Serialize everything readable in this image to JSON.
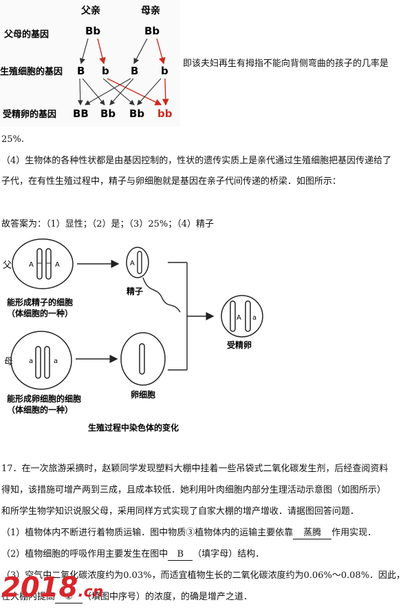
{
  "figure1": {
    "father_label": "父亲",
    "mother_label": "母亲",
    "row_labels": [
      "父母的基因",
      "生殖细胞的基因",
      "受精卵的基因"
    ],
    "parents": [
      "Bb",
      "Bb"
    ],
    "gametes": [
      "B",
      "b",
      "B",
      "b"
    ],
    "zygotes": [
      "BB",
      "Bb",
      "Bb",
      "bb"
    ],
    "accent_color": "#cc2b1d"
  },
  "text": {
    "line1": "即该夫妇再生有拇指不能向背侧弯曲的孩子的几率是",
    "line2": "25%.",
    "para4_line1": "（4）生物体的各种性状都是由基因控制的，性状的遗传实质上是亲代通过生殖细胞把基因传递给了",
    "para4_line2": "子代，在有性生殖过程中，精子与卵细胞就是基因在亲子代间传递的桥梁．如图所示：",
    "answer": "故答案为：（1）显性；（2）是；（3）25%；（4）精子"
  },
  "figure2": {
    "father": "父",
    "mother": "母",
    "gene_A": "A",
    "gene_a": "a",
    "sperm_label": "精子",
    "egg_label": "卵细胞",
    "zygote_label": "受精卵",
    "father_cell_line1": "能形成精子的细胞",
    "father_cell_line2": "（体细胞的一种）",
    "mother_cell_line1": "能形成卵细胞的细胞",
    "mother_cell_line2": "（体细胞的一种）",
    "caption": "生殖过程中染色体的变化"
  },
  "q17": {
    "line1": "17．在一次旅游采摘时，赵颖同学发现塑料大棚中挂着一些吊袋式二氧化碳发生剂，后经查阅资料",
    "line2": "得知，该措施可增产两到三成，且成本较低．她利用叶肉细胞内部分生理活动示意图（如图所示）",
    "line3": "和所学生物学知识说服父母，采用同样方式实现了自家大棚的增产增收．请据图回答问题．",
    "q1_pre": "（1）植物体内不断进行着物质运输．图中物质③植物体内的运输主要依靠",
    "q1_ans": "蒸腾",
    "q1_post": "作用实现．",
    "q2_pre": "（2）植物细胞的呼吸作用主要发生在图中",
    "q2_ans": "B",
    "q2_post": "（填字母）结构．",
    "q3_line1": "（3）空气中二氧化碳浓度约为0.03%，而适宜植物生长的二氧化碳浓度约为0.06%～0.08%．因此，",
    "q3_pre": "在大棚内提高",
    "q3_ans": "②",
    "q3_post": "（填图中序号）的浓度，的确是增产之道．"
  },
  "watermark": {
    "main": "2018",
    "suffix": ".cn",
    "color": "#d7262c"
  }
}
